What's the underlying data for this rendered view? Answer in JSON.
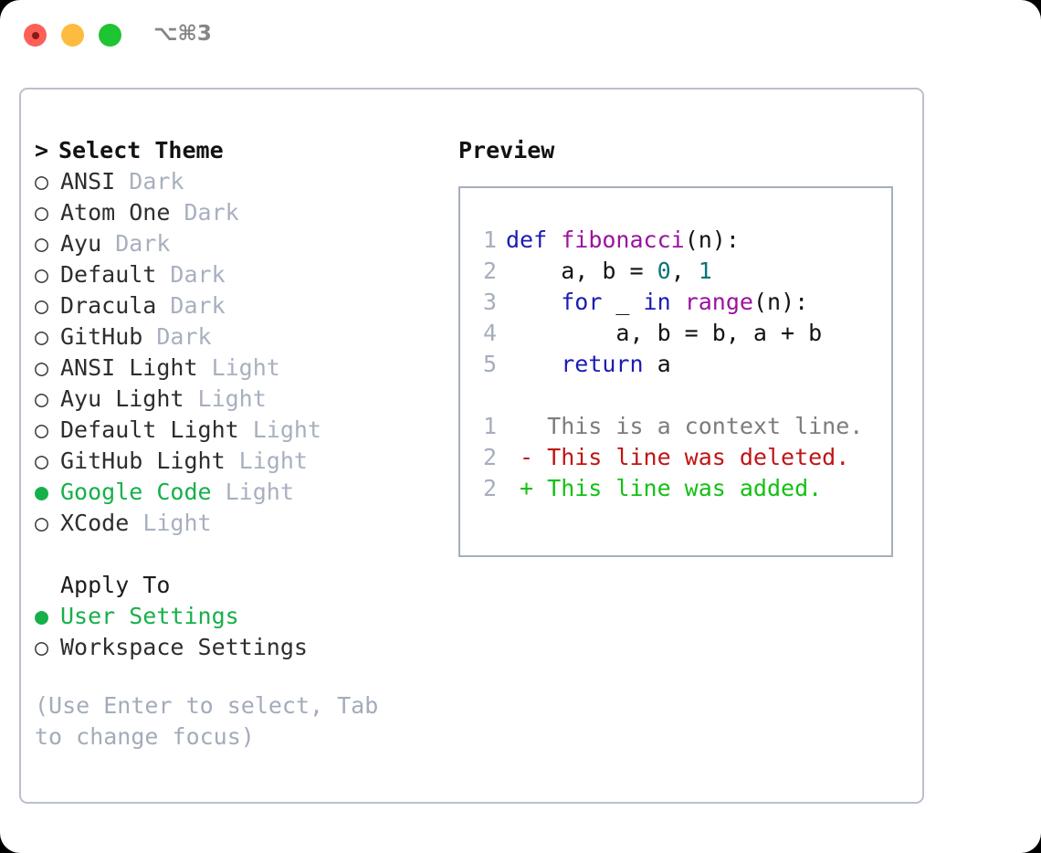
{
  "window": {
    "traffic_lights": [
      "close-red",
      "minimize-yellow",
      "zoom-green"
    ],
    "shortcut_label": "⌥⌘3"
  },
  "theme_picker": {
    "heading_marker": "> ",
    "heading": "Select Theme",
    "bullet_unselected": "○",
    "bullet_selected": "●",
    "items": [
      {
        "label": "ANSI",
        "category": "Dark",
        "selected": false
      },
      {
        "label": "Atom One",
        "category": "Dark",
        "selected": false
      },
      {
        "label": "Ayu",
        "category": "Dark",
        "selected": false
      },
      {
        "label": "Default",
        "category": "Dark",
        "selected": false
      },
      {
        "label": "Dracula",
        "category": "Dark",
        "selected": false
      },
      {
        "label": "GitHub",
        "category": "Dark",
        "selected": false
      },
      {
        "label": "ANSI Light",
        "category": "Light",
        "selected": false
      },
      {
        "label": "Ayu Light",
        "category": "Light",
        "selected": false
      },
      {
        "label": "Default Light",
        "category": "Light",
        "selected": false
      },
      {
        "label": "GitHub Light",
        "category": "Light",
        "selected": false
      },
      {
        "label": "Google Code",
        "category": "Light",
        "selected": true
      },
      {
        "label": "XCode",
        "category": "Light",
        "selected": false
      }
    ]
  },
  "apply_to": {
    "heading": "Apply To",
    "items": [
      {
        "label": "User Settings",
        "selected": true
      },
      {
        "label": "Workspace Settings",
        "selected": false
      }
    ]
  },
  "hint": "(Use Enter to select, Tab to change focus)",
  "preview": {
    "heading": "Preview",
    "code_lines": [
      {
        "num": "1",
        "tokens": [
          {
            "text": "def ",
            "kind": "kw"
          },
          {
            "text": "fibonacci",
            "kind": "fn"
          },
          {
            "text": "(n):",
            "kind": "plain"
          }
        ]
      },
      {
        "num": "2",
        "tokens": [
          {
            "text": "    a, b = ",
            "kind": "plain"
          },
          {
            "text": "0",
            "kind": "num"
          },
          {
            "text": ", ",
            "kind": "plain"
          },
          {
            "text": "1",
            "kind": "num"
          }
        ]
      },
      {
        "num": "3",
        "tokens": [
          {
            "text": "    ",
            "kind": "plain"
          },
          {
            "text": "for",
            "kind": "kw"
          },
          {
            "text": " _ ",
            "kind": "plain"
          },
          {
            "text": "in",
            "kind": "kw"
          },
          {
            "text": " ",
            "kind": "plain"
          },
          {
            "text": "range",
            "kind": "fn"
          },
          {
            "text": "(n):",
            "kind": "plain"
          }
        ]
      },
      {
        "num": "4",
        "tokens": [
          {
            "text": "        a, b = b, a + b",
            "kind": "plain"
          }
        ]
      },
      {
        "num": "5",
        "tokens": [
          {
            "text": "    ",
            "kind": "plain"
          },
          {
            "text": "return",
            "kind": "kw"
          },
          {
            "text": " a",
            "kind": "plain"
          }
        ]
      }
    ],
    "diff_lines": [
      {
        "num": "1",
        "sign": " ",
        "text": "This is a context line.",
        "kind": "ctx"
      },
      {
        "num": "2",
        "sign": "-",
        "text": "This line was deleted.",
        "kind": "del"
      },
      {
        "num": "2",
        "sign": "+",
        "text": "This line was added.",
        "kind": "add"
      }
    ]
  },
  "colors": {
    "accent_green": "#16b04a",
    "muted_gray": "#a8b0bf",
    "keyword_blue": "#1b1bb5",
    "function_purple": "#9c12a0",
    "number_teal": "#0d7377",
    "diff_delete_red": "#c01414",
    "diff_add_green": "#14c014",
    "panel_border": "#b9c0cc"
  }
}
